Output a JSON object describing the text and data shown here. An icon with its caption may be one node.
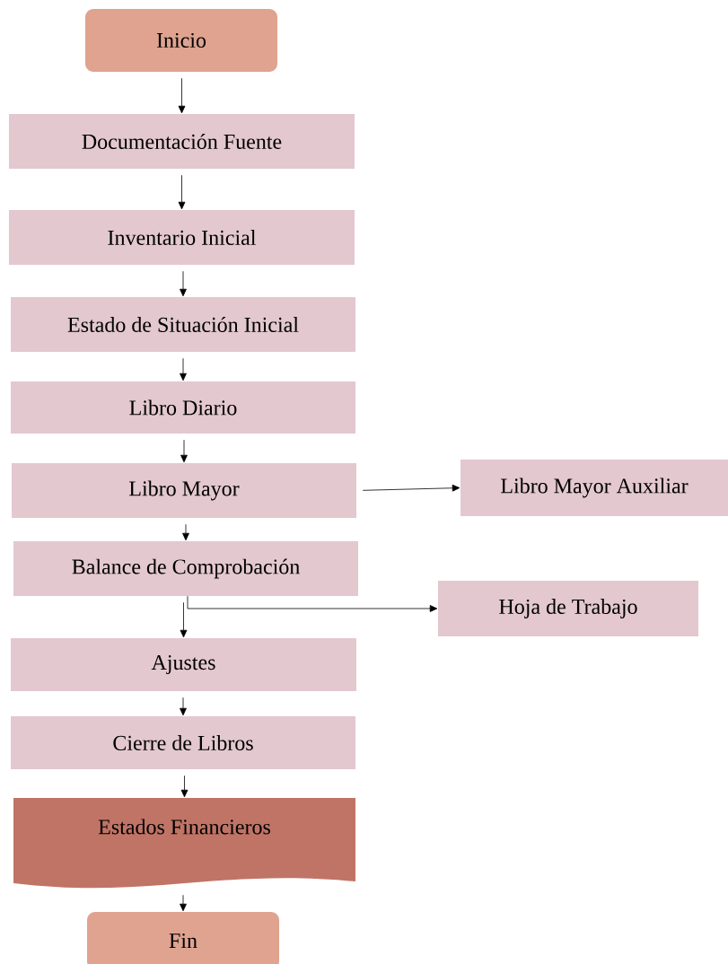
{
  "diagram": {
    "nodes": [
      {
        "text": [
          "Inicio"
        ]
      },
      {
        "text": [
          "Documentación Fuente"
        ]
      },
      {
        "text": [
          "Inventario Inicial"
        ]
      },
      {
        "text": [
          "Estado de Situación Inicial"
        ]
      },
      {
        "text": [
          "Libro Diario"
        ]
      },
      {
        "text": [
          "Libro Mayor"
        ]
      },
      {
        "text": [
          "Libro Mayor Auxiliar"
        ]
      },
      {
        "text": [
          "Balance de Comprobación"
        ]
      },
      {
        "text": [
          "Hoja de Trabajo"
        ]
      },
      {
        "text": [
          "Ajustes"
        ]
      },
      {
        "text": [
          "Cierre de Libros"
        ]
      },
      {
        "text": [
          "Estados Financieros"
        ]
      },
      {
        "text": [
          "Fin"
        ]
      }
    ],
    "edges": [
      {
        "from": 0,
        "to": 1,
        "arrow": "to"
      },
      {
        "from": 1,
        "to": 2,
        "arrow": "to"
      },
      {
        "from": 2,
        "to": 3,
        "arrow": "to"
      },
      {
        "from": 3,
        "to": 4,
        "arrow": "to"
      },
      {
        "from": 4,
        "to": 5,
        "arrow": "to"
      },
      {
        "from": 5,
        "to": 6,
        "arrow": "to"
      },
      {
        "from": 5,
        "to": 7,
        "arrow": "to"
      },
      {
        "from": 7,
        "to": 8,
        "arrow": "to"
      },
      {
        "from": 7,
        "to": 9,
        "arrow": "to"
      },
      {
        "from": 9,
        "to": 10,
        "arrow": "to"
      },
      {
        "from": 10,
        "to": 11,
        "arrow": "to"
      },
      {
        "from": 11,
        "to": 12,
        "arrow": "to"
      }
    ]
  }
}
